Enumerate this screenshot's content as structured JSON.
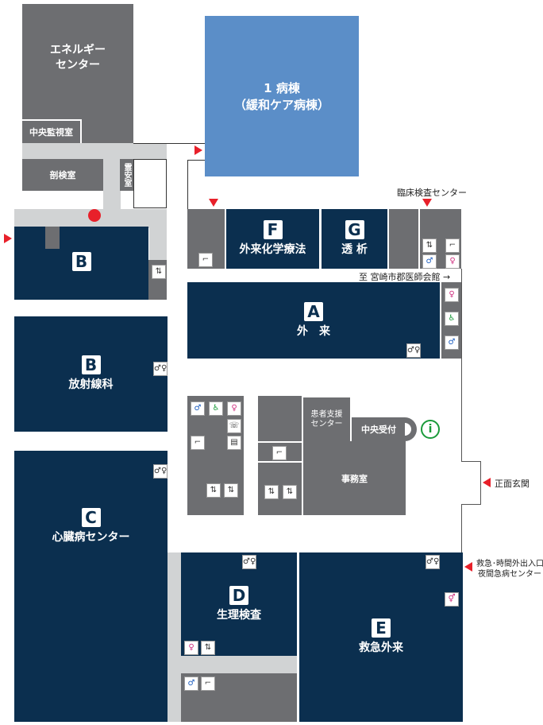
{
  "rooms": {
    "energy": "エネルギー\nセンター",
    "monitor": "中央監視室",
    "autopsy": "剖検室",
    "mortuary": "霊安室",
    "ward1": "1 病棟",
    "ward1_sub": "（緩和ケア病棟）",
    "b_letter": "B",
    "radiology": "放射線科",
    "c_letter": "C",
    "cardio": "心臓病センター",
    "f_letter": "F",
    "chemo": "外来化学療法",
    "g_letter": "G",
    "dialysis": "透 析",
    "a_letter": "A",
    "outpatient": "外　来",
    "patient_support": "患者支援\nセンター",
    "reception": "中央受付",
    "office": "事務室",
    "d_letter": "D",
    "physiology": "生理検査",
    "e_letter": "E",
    "emergency": "救急外来"
  },
  "labels": {
    "lab_center": "臨床検査センター",
    "to_medical_hall": "至 宮崎市郡医師会館 →",
    "main_entrance": "正面玄関",
    "er_entrance": "救急･時間外出入口",
    "night_center": "夜間急病センター"
  },
  "icons": {
    "info": "information-icon",
    "toilet": "toilet-icon",
    "elevator": "elevator-icon",
    "stairs": "stairs-icon",
    "wheelchair": "wheelchair-icon",
    "phone": "phone-icon",
    "entrance_arrow": "red-arrow"
  },
  "colors": {
    "navy": "#0b2f4f",
    "gray": "#6d6e71",
    "light": "#d1d3d4",
    "ward": "#5b8ec8",
    "arrow": "#e8202a",
    "info": "#1a9a3a"
  }
}
